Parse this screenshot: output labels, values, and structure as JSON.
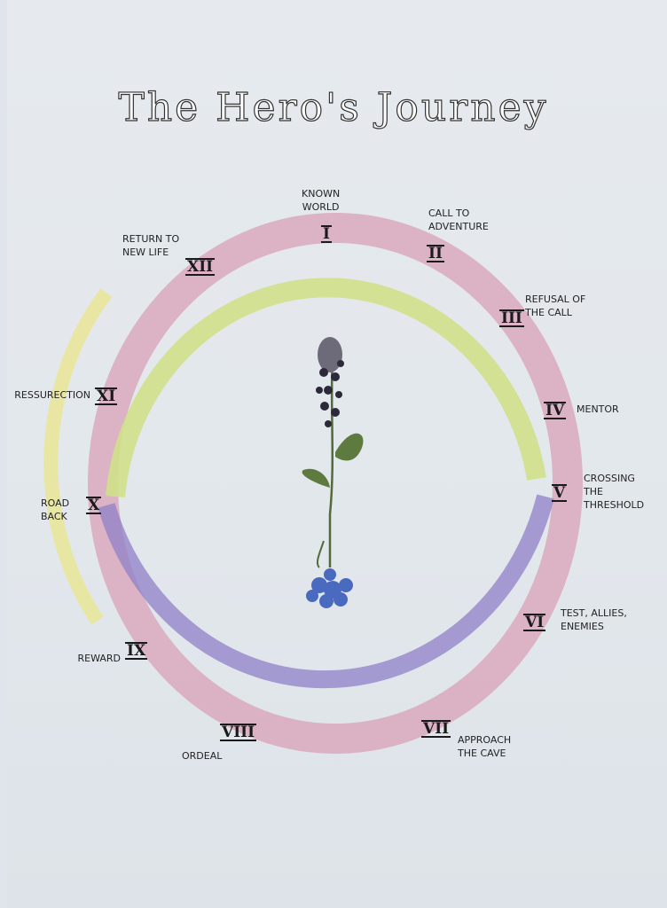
{
  "title": "The Hero's Journey",
  "stages": [
    {
      "numeral": "I",
      "label_lines": [
        "Known",
        "World"
      ]
    },
    {
      "numeral": "II",
      "label_lines": [
        "Call to",
        "Adventure"
      ]
    },
    {
      "numeral": "III",
      "label_lines": [
        "Refusal of",
        "the Call"
      ]
    },
    {
      "numeral": "IV",
      "label_lines": [
        "Mentor"
      ]
    },
    {
      "numeral": "V",
      "label_lines": [
        "Crossing",
        "the",
        "Threshold"
      ]
    },
    {
      "numeral": "VI",
      "label_lines": [
        "Test, Allies,",
        "Enemies"
      ]
    },
    {
      "numeral": "VII",
      "label_lines": [
        "Approach",
        "the Cave"
      ]
    },
    {
      "numeral": "VIII",
      "label_lines": [
        "Ordeal"
      ]
    },
    {
      "numeral": "IX",
      "label_lines": [
        "Reward"
      ]
    },
    {
      "numeral": "X",
      "label_lines": [
        "Road",
        "Back"
      ]
    },
    {
      "numeral": "XI",
      "label_lines": [
        "Ressurection"
      ]
    },
    {
      "numeral": "XII",
      "label_lines": [
        "Return to",
        "New Life"
      ]
    }
  ],
  "colors": {
    "pink": "#d9a3b8",
    "green": "#cfe08a",
    "yellow": "#e8e59a",
    "purple": "#8f80c8"
  }
}
